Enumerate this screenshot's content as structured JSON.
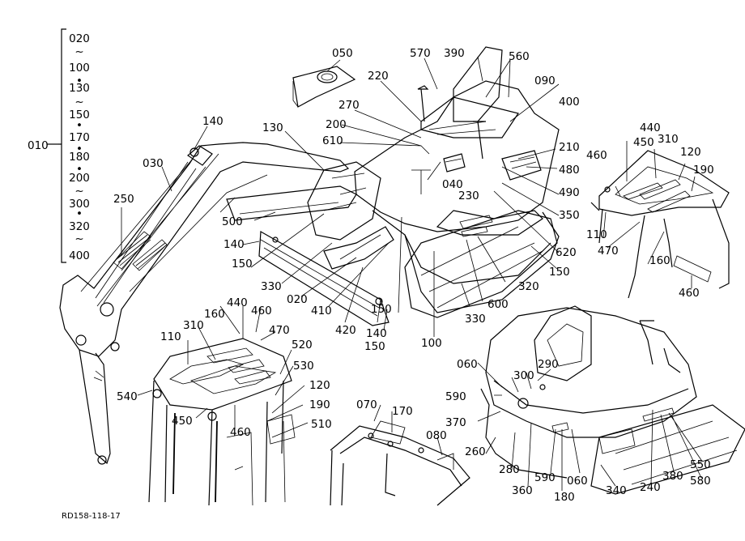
{
  "group": {
    "code": "010",
    "sequence": [
      "020",
      "~",
      "100",
      "•",
      "130",
      "~",
      "150",
      "•",
      "170",
      "•",
      "180",
      "•",
      "200",
      "~",
      "300",
      "•",
      "320",
      "~",
      "400"
    ]
  },
  "callouts": [
    "050",
    "570",
    "390",
    "560",
    "220",
    "090",
    "270",
    "400",
    "200",
    "130",
    "610",
    "210",
    "140",
    "480",
    "030",
    "040",
    "230",
    "490",
    "250",
    "500",
    "350",
    "620",
    "140",
    "150",
    "330",
    "020",
    "410",
    "420",
    "150",
    "140",
    "150",
    "100",
    "330",
    "600",
    "320",
    "150",
    "110",
    "440",
    "450",
    "310",
    "120",
    "190",
    "460",
    "470",
    "160",
    "460",
    "110",
    "310",
    "160",
    "440",
    "460",
    "470",
    "520",
    "530",
    "120",
    "190",
    "510",
    "540",
    "450",
    "460",
    "060",
    "290",
    "300",
    "590",
    "370",
    "260",
    "280",
    "360",
    "590",
    "180",
    "060",
    "340",
    "240",
    "380",
    "550",
    "580",
    "070",
    "170",
    "080"
  ],
  "drawing_id": "RD158-118-17"
}
